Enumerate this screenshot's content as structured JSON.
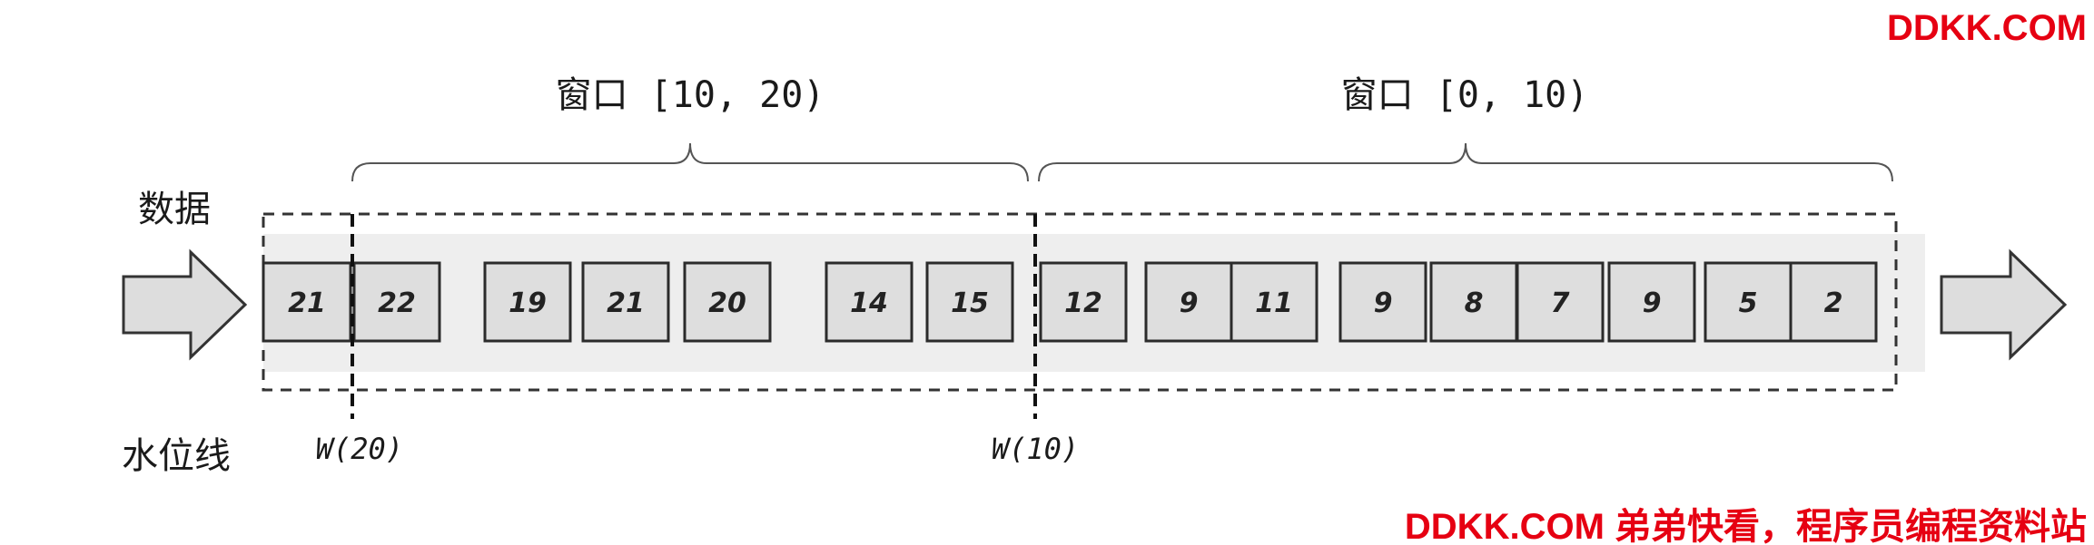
{
  "labels": {
    "data": "数据",
    "watermark_line": "水位线"
  },
  "windows": [
    {
      "label": "窗口 [10, 20)"
    },
    {
      "label": "窗口 [0, 10)"
    }
  ],
  "events": [
    "21",
    "22",
    "19",
    "21",
    "20",
    "14",
    "15",
    "12",
    "9",
    "11",
    "9",
    "8",
    "7",
    "9",
    "5",
    "2"
  ],
  "watermarks": [
    {
      "label": "W(20)"
    },
    {
      "label": "W(10)"
    }
  ],
  "branding": {
    "top_right": "DDKK.COM",
    "bottom_right": "DDKK.COM 弟弟快看，程序员编程资料站"
  },
  "colors": {
    "stream_band": "#eeeeee",
    "event_fill": "#dedede",
    "stroke": "#2b2b2b",
    "brand_red": "#e60012"
  }
}
